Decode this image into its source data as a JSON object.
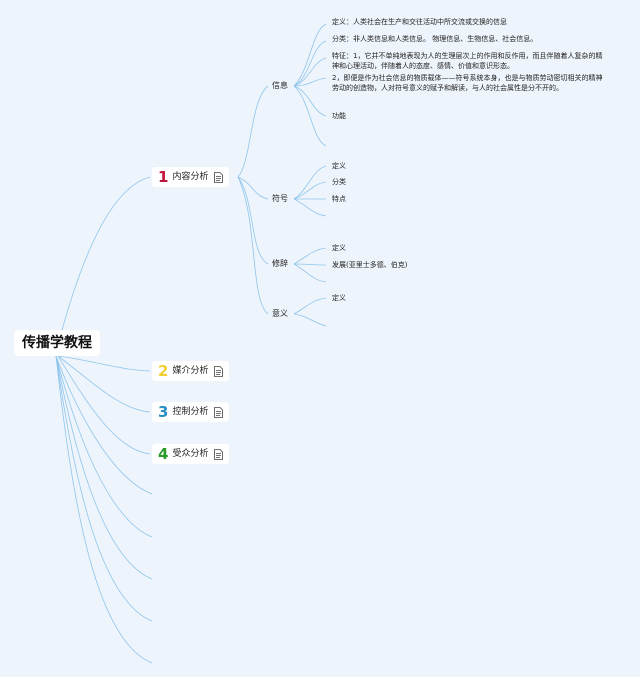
{
  "root": {
    "title": "传播学教程"
  },
  "branches": [
    {
      "num": "1",
      "label": "内容分析",
      "color": "#c0143c"
    },
    {
      "num": "2",
      "label": "媒介分析",
      "color": "#f2d033"
    },
    {
      "num": "3",
      "label": "控制分析",
      "color": "#2a8fc4"
    },
    {
      "num": "4",
      "label": "受众分析",
      "color": "#2a9a2a"
    }
  ],
  "content_analysis": {
    "info": {
      "label": "信息",
      "definition": "定义：人类社会在生产和交往活动中所交流或交换的信息",
      "category": "分类：非人类信息和人类信息。   物理信息、生物信息、社会信息。",
      "feature_1": "特征：1，它并不单纯地表现为人的生理层次上的作用和反作用，而且伴随着人复杂的精神和心理活动，伴随着人的态度、感情、价值和意识形态。",
      "feature_2": "2，即便是作为社会信息的物质载体——符号系统本身，也是与物质劳动密切相关的精神劳动的创造物，人对符号意义的赋予和解读，与人的社会属性是分不开的。",
      "function": "功能"
    },
    "symbol": {
      "label": "符号",
      "definition": "定义",
      "category": "分类",
      "feature": "特点"
    },
    "rhetoric": {
      "label": "修辞",
      "definition": "定义",
      "development": "发展(亚里士多德、伯克)"
    },
    "meaning": {
      "label": "意义",
      "definition": "定义"
    }
  }
}
